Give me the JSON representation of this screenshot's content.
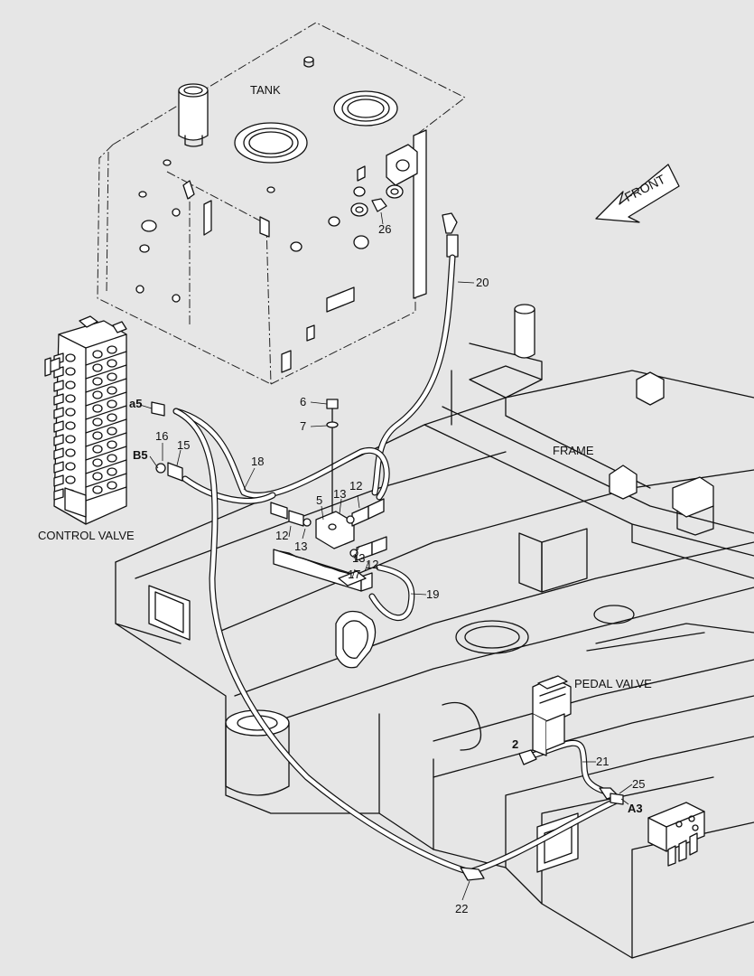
{
  "labels": {
    "tank": "TANK",
    "frame": "FRAME",
    "front": "FRONT",
    "control_valve": "CONTROL VALVE",
    "pedal_valve": "PEDAL VALVE",
    "port_a5": "a5",
    "port_b5": "B5",
    "port_a3": "A3",
    "port_2": "2"
  },
  "callouts": [
    "26",
    "20",
    "6",
    "7",
    "16",
    "15",
    "18",
    "5",
    "13",
    "12",
    "13",
    "12",
    "13",
    "12",
    "17",
    "19",
    "21",
    "25",
    "22"
  ]
}
